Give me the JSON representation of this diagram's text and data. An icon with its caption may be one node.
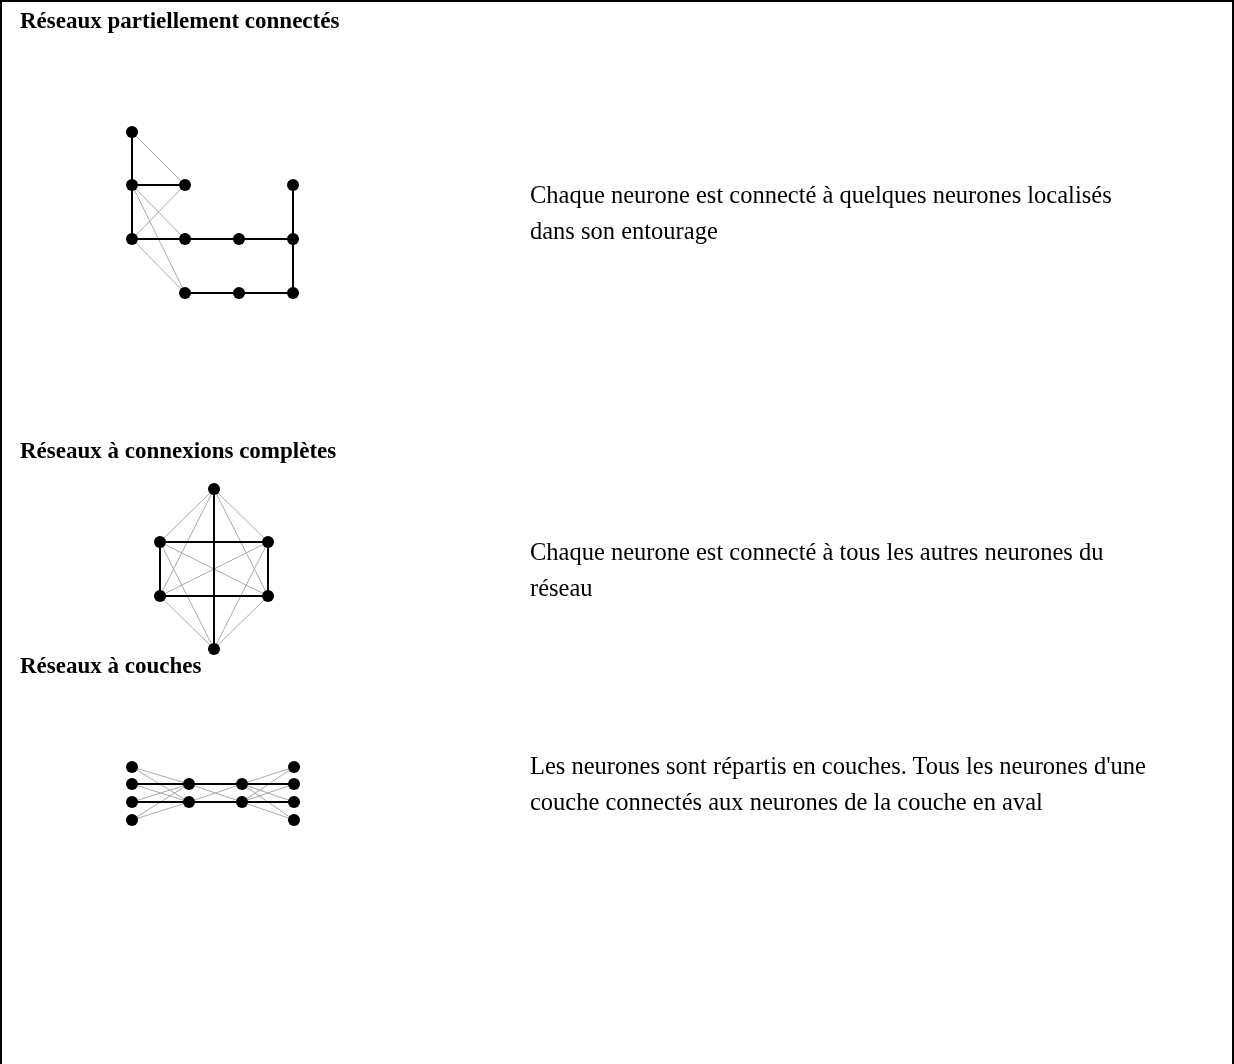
{
  "diagram": {
    "labels": [
      "Réseaux partiellement connectés",
      "Chaque neurone est connecté à quelques neurones localisés dans son entourage",
      "Réseaux à connexions complètes",
      "Chaque neurone est connecté à tous les autres neurones du réseau",
      "Réseaux à couches",
      "Les neurones sont répartis en couches. Tous les neurones d'une couche connectés aux neurones de la couche en aval"
    ]
  }
}
